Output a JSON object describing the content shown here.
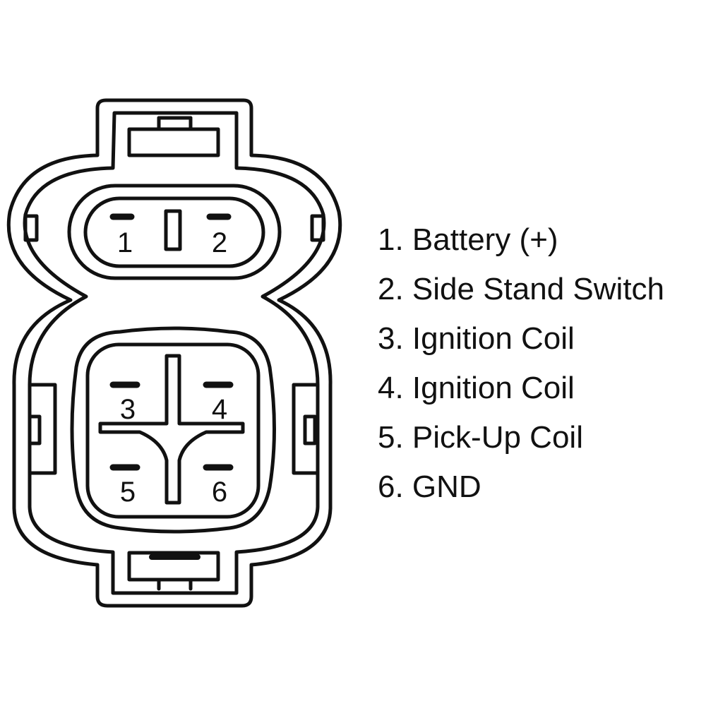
{
  "colors": {
    "background": "#ffffff",
    "ink": "#111111"
  },
  "pins": [
    {
      "number": "1"
    },
    {
      "number": "2"
    },
    {
      "number": "3"
    },
    {
      "number": "4"
    },
    {
      "number": "5"
    },
    {
      "number": "6"
    }
  ],
  "legend": [
    {
      "text": "1. Battery (+)"
    },
    {
      "text": "2. Side Stand Switch"
    },
    {
      "text": "3. Ignition Coil"
    },
    {
      "text": "4. Ignition Coil"
    },
    {
      "text": "5. Pick-Up Coil"
    },
    {
      "text": "6. GND"
    }
  ]
}
